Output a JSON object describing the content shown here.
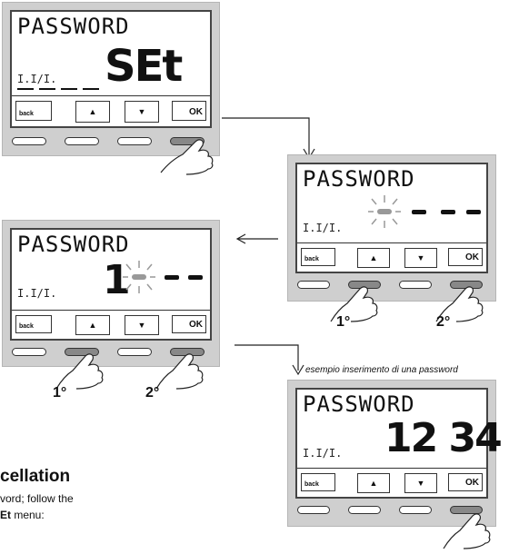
{
  "panels": {
    "top": {
      "title": "PASSWORD",
      "value": "SEt",
      "small_label": "I.I/I."
    },
    "right": {
      "title": "PASSWORD",
      "small_label": "I.I/I."
    },
    "left": {
      "title": "PASSWORD",
      "value": "1",
      "small_label": "I.I/I."
    },
    "bottom": {
      "title": "PASSWORD",
      "value": "12 34",
      "small_label": "I.I/I."
    }
  },
  "buttons": {
    "back": "back",
    "up": "▲",
    "down": "▼",
    "ok": "OK"
  },
  "steps": {
    "first": "1°",
    "second": "2°"
  },
  "caption": "esempio inserimento di una password",
  "section": {
    "heading": "cellation",
    "line1": "vord; follow the",
    "line2_bold": "Et",
    "line2_rest": " menu:"
  }
}
